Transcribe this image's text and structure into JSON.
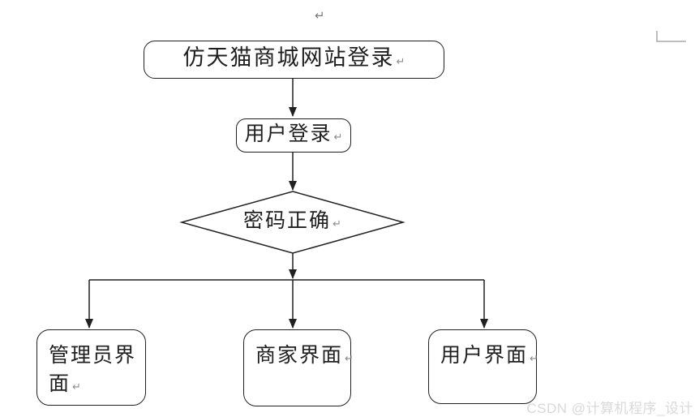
{
  "diagram": {
    "nodes": {
      "title": {
        "id": "title",
        "shape": "rounded-rect",
        "label": "仿天猫商城网站登录"
      },
      "login": {
        "id": "login",
        "shape": "rounded-rect",
        "label": "用户登录"
      },
      "decision": {
        "id": "decision",
        "shape": "diamond",
        "label": "密码正确"
      },
      "admin": {
        "id": "admin",
        "shape": "rounded-rect",
        "label": "管理员界面"
      },
      "merchant": {
        "id": "merchant",
        "shape": "rounded-rect",
        "label": "商家界面"
      },
      "user": {
        "id": "user",
        "shape": "rounded-rect",
        "label": "用户界面"
      }
    },
    "edges": [
      {
        "from": "title",
        "to": "login"
      },
      {
        "from": "login",
        "to": "decision"
      },
      {
        "from": "decision",
        "to": "admin"
      },
      {
        "from": "decision",
        "to": "merchant"
      },
      {
        "from": "decision",
        "to": "user"
      }
    ]
  },
  "marks": {
    "paragraph_return": "↵"
  },
  "watermark": {
    "text": "CSDN @计算机程序_设计"
  },
  "colors": {
    "line": "#212121",
    "node_border": "#212121",
    "background": "#ffffff",
    "watermark": "#d9d9d9",
    "word_marks": "#8a8a8a",
    "margin_corner": "#a9a9a9"
  }
}
